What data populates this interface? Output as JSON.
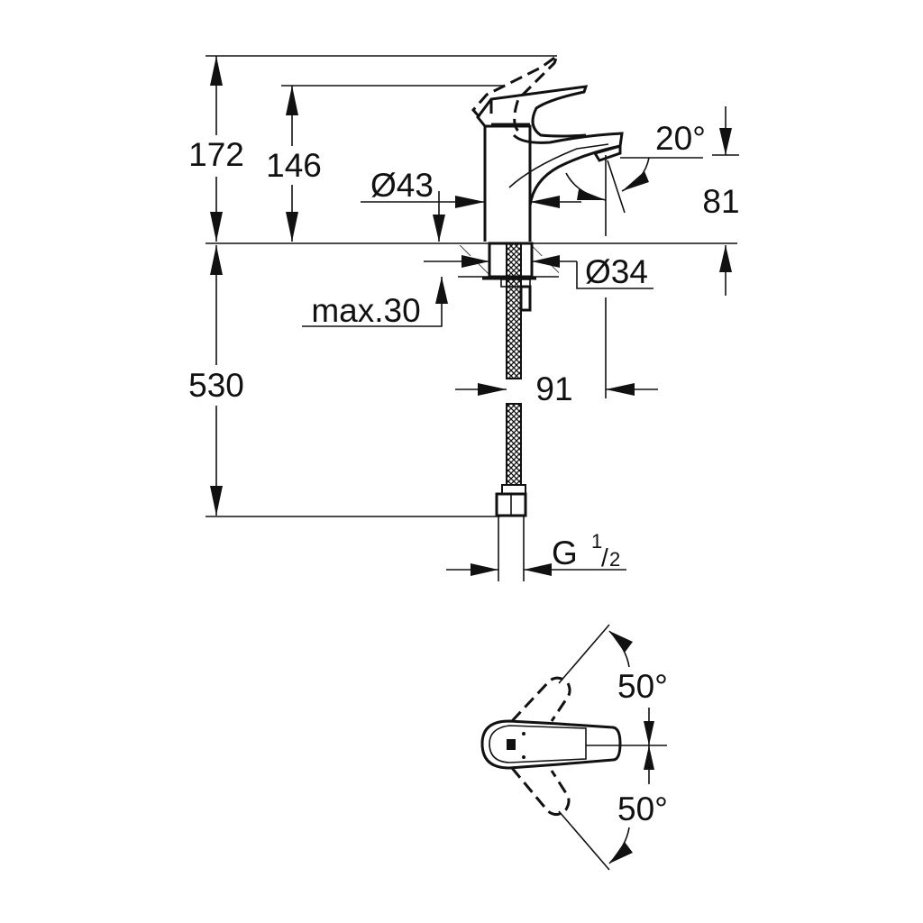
{
  "drawing": {
    "side_view": {
      "dim_total_height": "172",
      "dim_spout_height": "146",
      "dim_body_diameter": "Ø43",
      "dim_spout_angle": "20°",
      "dim_spout_clearance": "81",
      "dim_hole_diameter": "Ø34",
      "dim_max_deck": "max.30",
      "dim_hose_length": "530",
      "dim_spout_reach": "91",
      "dim_thread": "G",
      "dim_thread_num": "1",
      "dim_thread_den": "2"
    },
    "top_view": {
      "dim_rotation_left": "50°",
      "dim_rotation_right": "50°"
    },
    "line_color": "#111111"
  }
}
